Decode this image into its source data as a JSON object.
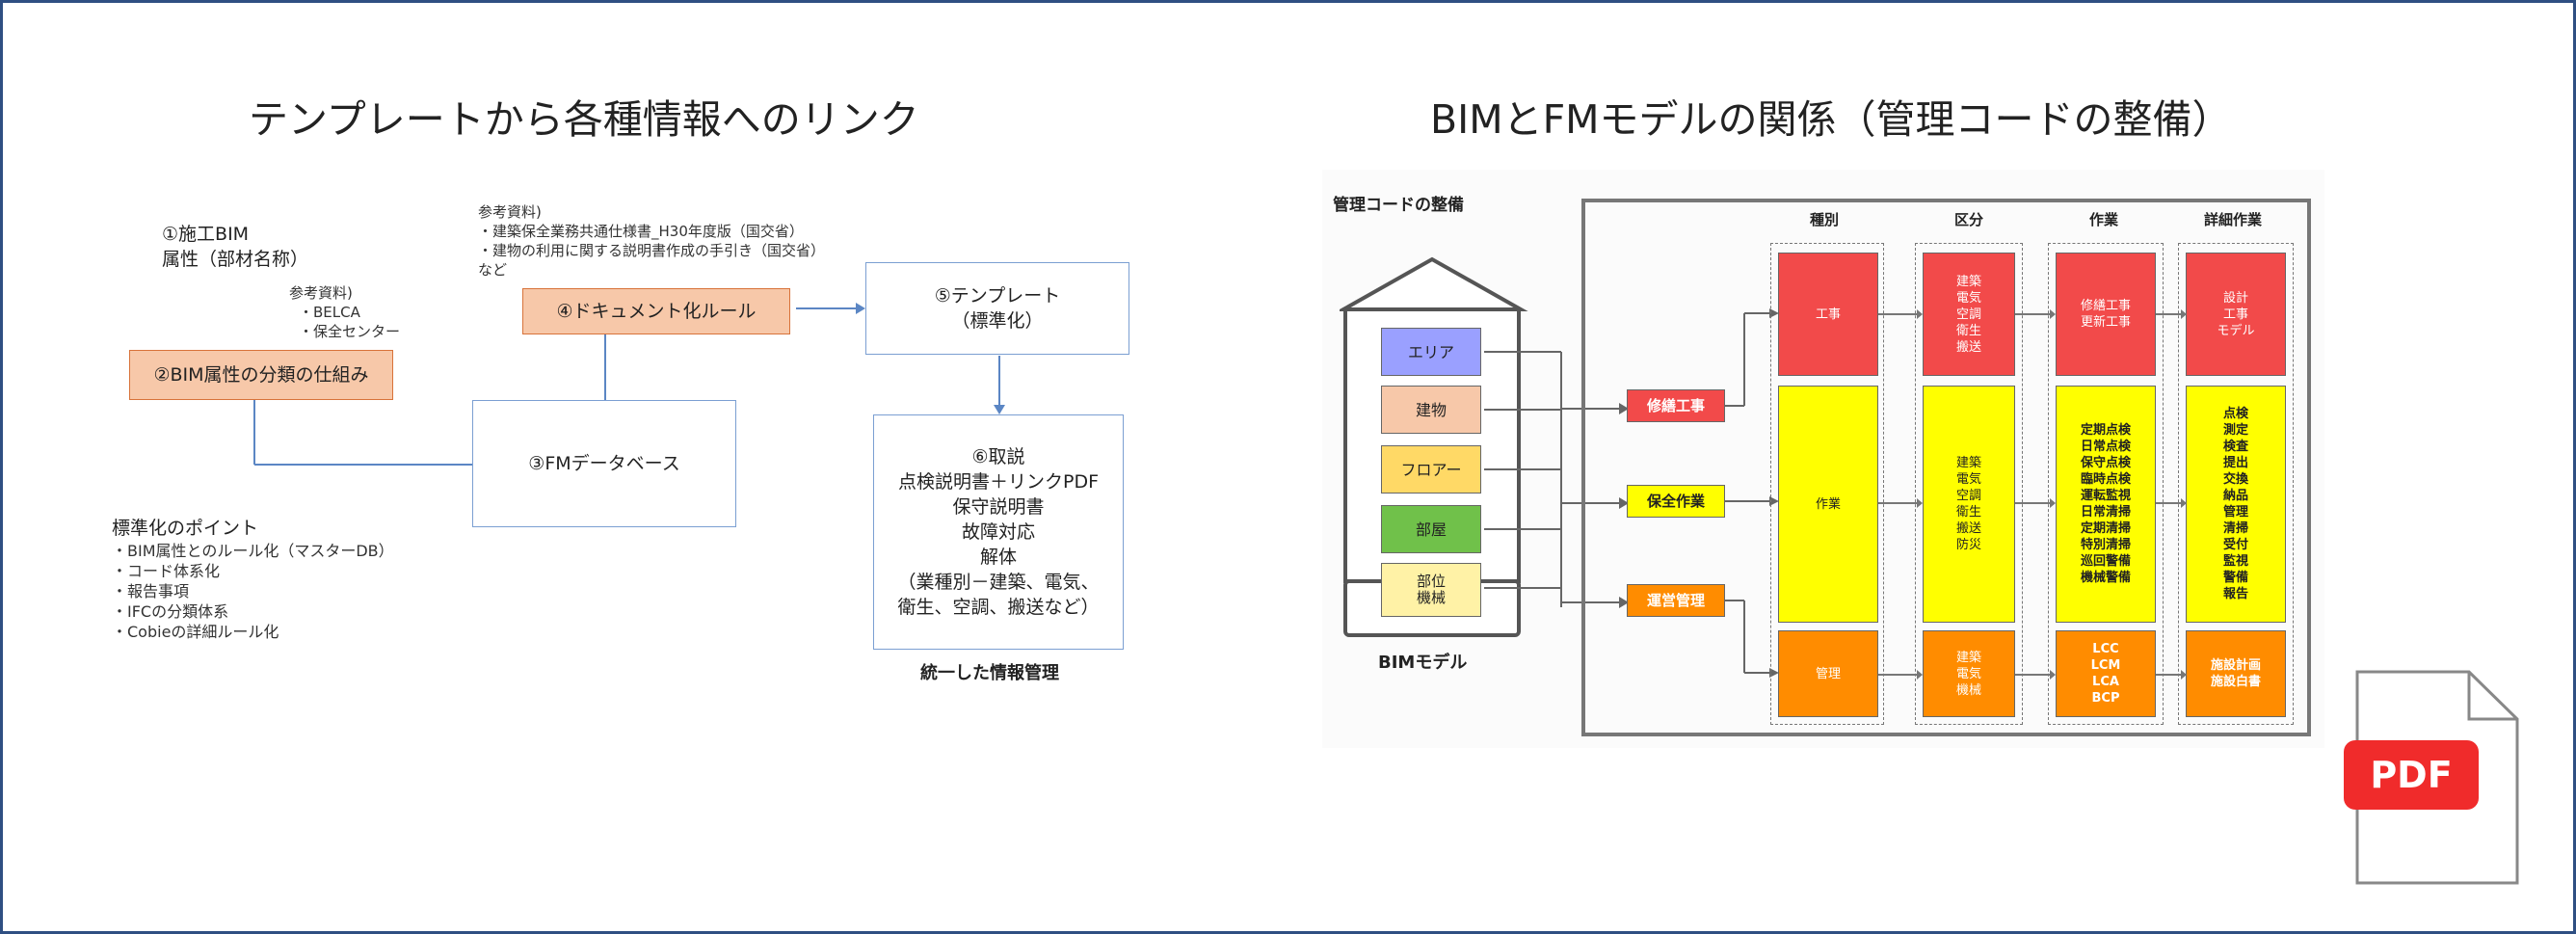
{
  "titles": {
    "left": "テンプレートから各種情報へのリンク",
    "right": "BIMとFMモデルの関係（管理コードの整備）"
  },
  "left": {
    "item1_line1": "①施工BIM",
    "item1_line2": "属性（部材名称）",
    "ref1_label": "参考資料)",
    "ref1_item1": "・BELCA",
    "ref1_item2": "・保全センター",
    "box2": "②BIM属性の分類の仕組み",
    "ref2_label": "参考資料)",
    "ref2_item1": "・建築保全業務共通仕様書_H30年度版（国交省）",
    "ref2_item2": "・建物の利用に関する説明書作成の手引き（国交省）",
    "ref2_item3": "など",
    "box4": "④ドキュメント化ルール",
    "box5_line1": "⑤テンプレート",
    "box5_line2": "（標準化）",
    "box3": "③FMデータベース",
    "box6_lines": [
      "⑥取説",
      "点検説明書＋リンクPDF",
      "保守説明書",
      "故障対応",
      "解体",
      "（業種別－建築、電気、",
      "衛生、空調、搬送など）"
    ],
    "bottom_caption": "統一した情報管理",
    "points_title": "標準化のポイント",
    "points": [
      "・BIM属性とのルール化（マスターDB）",
      "・コード体系化",
      "・報告事項",
      "・IFCの分類体系",
      "・Cobieの詳細ルール化"
    ]
  },
  "right": {
    "heading": "管理コードの整備",
    "col_headers": [
      "種別",
      "区分",
      "作業",
      "詳細作業"
    ],
    "house_items": [
      "エリア",
      "建物",
      "フロアー",
      "部屋",
      "部位\n機械"
    ],
    "house_colors": [
      "#9aa0ff",
      "#f7c8a9",
      "#ffd966",
      "#70c14a",
      "#fff2a6"
    ],
    "house_footer": "BIMモデル",
    "categories": [
      "修繕工事",
      "保全作業",
      "運営管理"
    ],
    "rows": [
      [
        "工事",
        "建築\n電気\n空調\n衛生\n搬送",
        "修繕工事\n更新工事",
        "設計\n工事\nモデル"
      ],
      [
        "作業",
        "建築\n電気\n空調\n衛生\n搬送\n防災",
        "定期点検\n日常点検\n保守点検\n臨時点検\n運転監視\n日常清掃\n定期清掃\n特別清掃\n巡回警備\n機械警備",
        "点検\n測定\n検査\n提出\n交換\n納品\n管理\n清掃\n受付\n監視\n警備\n報告"
      ],
      [
        "管理",
        "建築\n電気\n機械",
        "LCC\nLCM\nLCA\nBCP",
        "施設計画\n施設白書"
      ]
    ]
  },
  "pdf_icon": {
    "label": "PDF",
    "color": "#f02b2b"
  }
}
